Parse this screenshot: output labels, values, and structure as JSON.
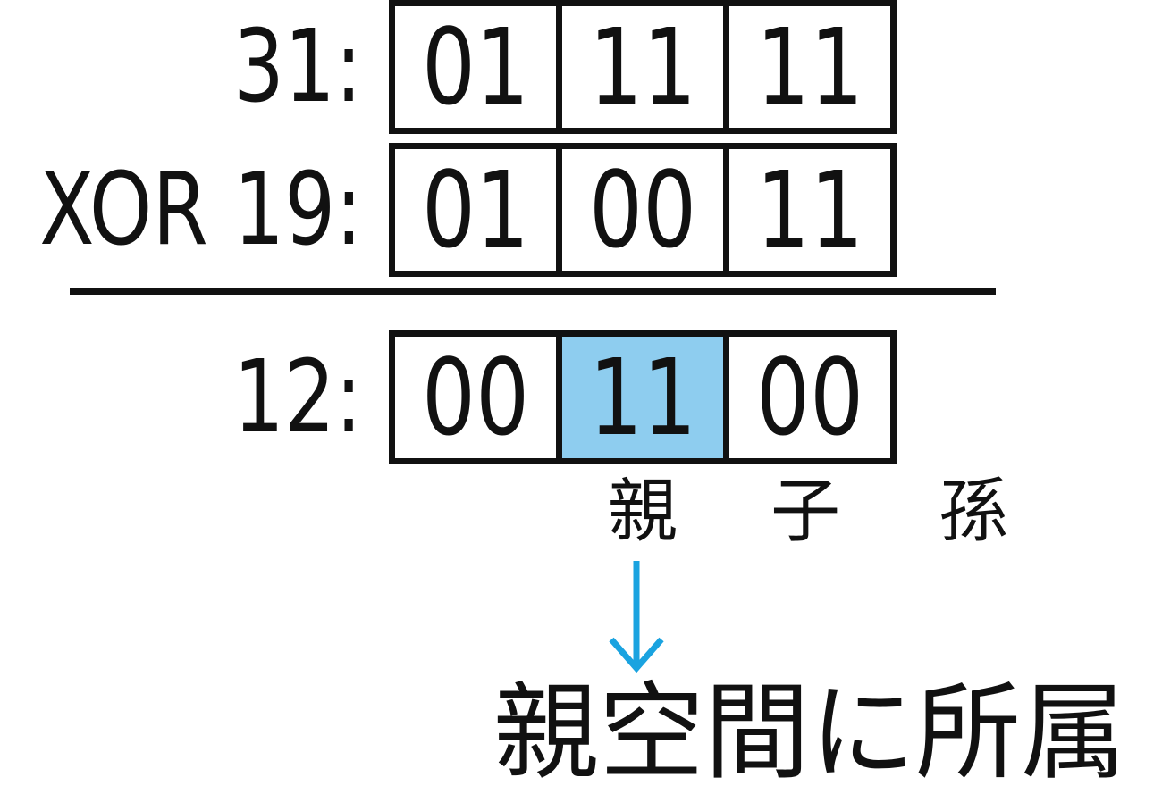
{
  "rows": [
    {
      "label": "31:",
      "cells": [
        "01",
        "11",
        "11"
      ]
    },
    {
      "label": "XOR 19:",
      "cells": [
        "01",
        "00",
        "11"
      ]
    },
    {
      "label": "12:",
      "cells": [
        "00",
        "11",
        "00"
      ]
    }
  ],
  "highlight_color": "#8ecdef",
  "arrow_color": "#1aa3e0",
  "generations": [
    "親",
    "子",
    "孫"
  ],
  "result_text": "親空間に所属"
}
